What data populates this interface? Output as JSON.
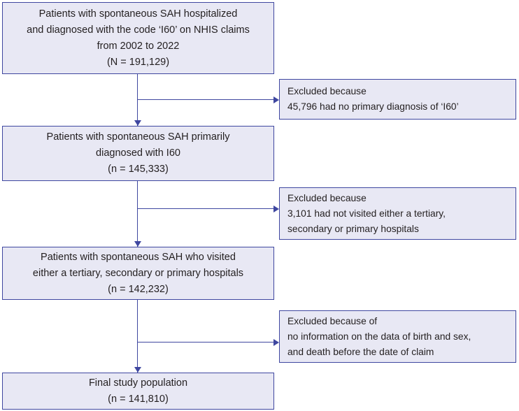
{
  "colors": {
    "node_fill": "#e8e8f4",
    "node_border": "#3f47a0",
    "connector": "#3f47a0",
    "text": "#231f20",
    "background": "#ffffff"
  },
  "flowchart": {
    "type": "participant-flow-diagram",
    "main_nodes": [
      {
        "id": "node-1",
        "lines": [
          "Patients with spontaneous SAH hospitalized",
          "and diagnosed with the code ‘I60’ on NHIS claims",
          "from 2002 to 2022",
          "(N = 191,129)"
        ],
        "count_label": "(N = 191,129)",
        "count": 191129
      },
      {
        "id": "node-2",
        "lines": [
          "Patients with spontaneous SAH primarily",
          "diagnosed with I60",
          "(n = 145,333)"
        ],
        "count_label": "(n = 145,333)",
        "count": 145333
      },
      {
        "id": "node-3",
        "lines": [
          "Patients with spontaneous SAH who visited",
          "either a tertiary, secondary or primary hospitals",
          "(n = 142,232)"
        ],
        "count_label": "(n = 142,232)",
        "count": 142232
      },
      {
        "id": "node-4",
        "lines": [
          "Final study population",
          "(n = 141,810)"
        ],
        "count_label": "(n = 141,810)",
        "count": 141810
      }
    ],
    "exclusion_nodes": [
      {
        "id": "excl-1",
        "lines": [
          "Excluded because",
          "45,796 had no primary diagnosis of ‘I60’"
        ],
        "excluded_count": 45796
      },
      {
        "id": "excl-2",
        "lines": [
          "Excluded because",
          "3,101 had not visited either a tertiary,",
          "secondary or primary hospitals"
        ],
        "excluded_count": 3101
      },
      {
        "id": "excl-3",
        "lines": [
          "Excluded because of",
          "no information on the data of birth and sex,",
          "and death before the date of claim"
        ],
        "excluded_count": null
      }
    ]
  }
}
